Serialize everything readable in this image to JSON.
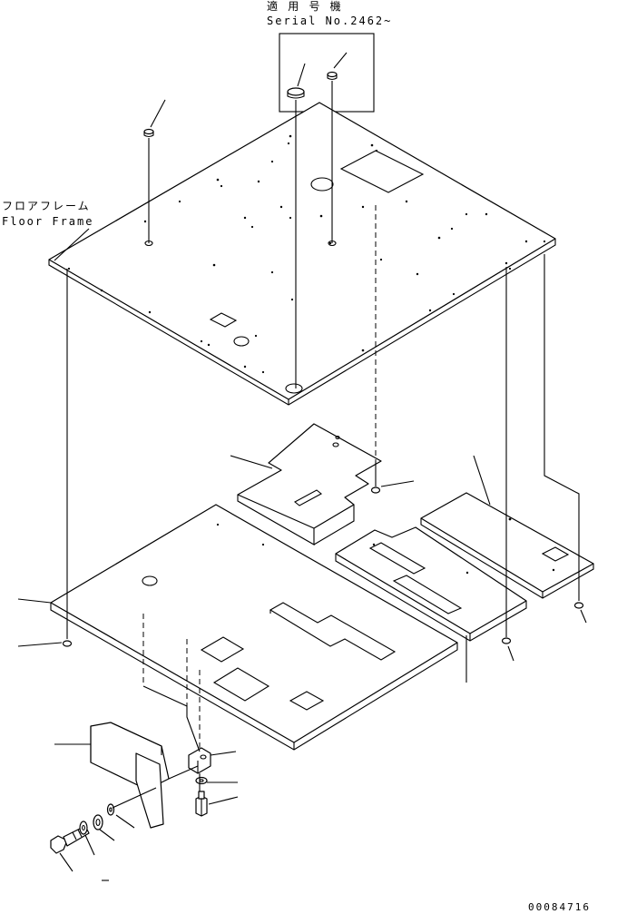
{
  "labels": {
    "serial_jp": "適 用 号 機",
    "serial_en": "Serial No.2462~",
    "floor_frame_jp": "フロアフレーム",
    "floor_frame_en": "Floor Frame",
    "drawing_number": "00084716"
  },
  "parts": [
    "floor-frame",
    "floor-mat-main",
    "mat-piece-upper-left",
    "mat-piece-center",
    "mat-piece-right",
    "cover-plate",
    "bracket",
    "rubber-plug-large",
    "rubber-plug-small",
    "bolt",
    "washer",
    "nut"
  ]
}
